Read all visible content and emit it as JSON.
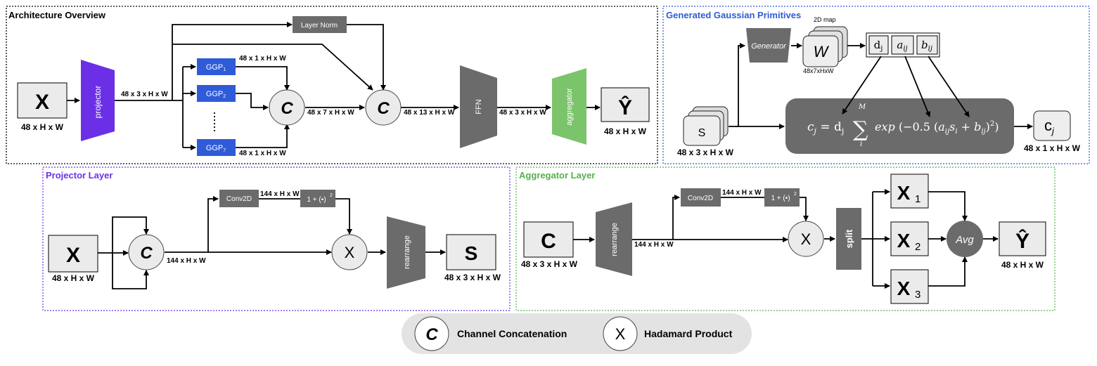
{
  "colors": {
    "projector": "#6b30e6",
    "ggp": "#2f5bd8",
    "aggregator": "#7cc46c",
    "dark_gray": "#6b6b6b",
    "light_gray": "#ebebeb",
    "arch_border": "#000000",
    "gen_border": "#2f5bd8",
    "proj_border": "#6b30e6",
    "agg_border": "#55b04a"
  },
  "architecture": {
    "title": "Architecture Overview",
    "input": "X",
    "input_dim": "48 x H x W",
    "projector": "projector",
    "proj_out_dim": "48 x 3 x H x W",
    "layer_norm": "Layer Norm",
    "ggp1_dim": "48 x 1 x H x W",
    "ggp_last_dim": "48 x 1 x H x W",
    "concat1": "C",
    "concat1_dim": "48 x 7 x H x W",
    "concat2": "C",
    "concat2_dim": "48 x 13 x H x W",
    "ffn": "FFN",
    "ffn_dim": "48 x 3 x H x W",
    "aggregator": "aggregator",
    "output": "Ŷ",
    "output_dim": "48 x H x W",
    "ellipsis": "⋮"
  },
  "gaussian": {
    "title": "Generated Gaussian Primitives",
    "generator": "Generator",
    "map_label": "2D map",
    "w": "W",
    "w_dim": "48x7xHxW",
    "d": "dj",
    "a": "aij",
    "b": "bij",
    "s": "S",
    "s_dim": "48 x 3 x H x W",
    "c_out": "c",
    "c_out_sub": "j",
    "c_out_dim": "48 x 1 x H x W",
    "sum_top": "M",
    "sum_bottom": "i"
  },
  "projector_layer": {
    "title": "Projector Layer",
    "input": "X",
    "input_dim": "48 x H x W",
    "concat": "C",
    "concat_dim": "144 x H x W",
    "conv": "Conv2D",
    "conv_dim": "144 x H x W",
    "act": "1 + (•)",
    "act_sup": "2",
    "hadamard": "X",
    "rearrange": "rearrange",
    "output": "S",
    "output_dim": "48 x 3 x H x W"
  },
  "aggregator_layer": {
    "title": "Aggregator Layer",
    "input": "C",
    "input_dim": "48 x 3 x H x W",
    "rearrange": "rearrange",
    "rearr_dim": "144 x H x W",
    "conv": "Conv2D",
    "conv_dim": "144 x H x W",
    "act": "1 + (•)",
    "act_sup": "2",
    "hadamard": "X",
    "split": "split",
    "x1": "X",
    "x2": "X",
    "x3": "X",
    "avg": "Avg",
    "output": "Ŷ",
    "output_dim": "48 x H x W"
  },
  "legend": {
    "concat_symbol": "C",
    "concat_label": "Channel Concatenation",
    "hadamard_symbol": "X",
    "hadamard_label": "Hadamard Product"
  }
}
